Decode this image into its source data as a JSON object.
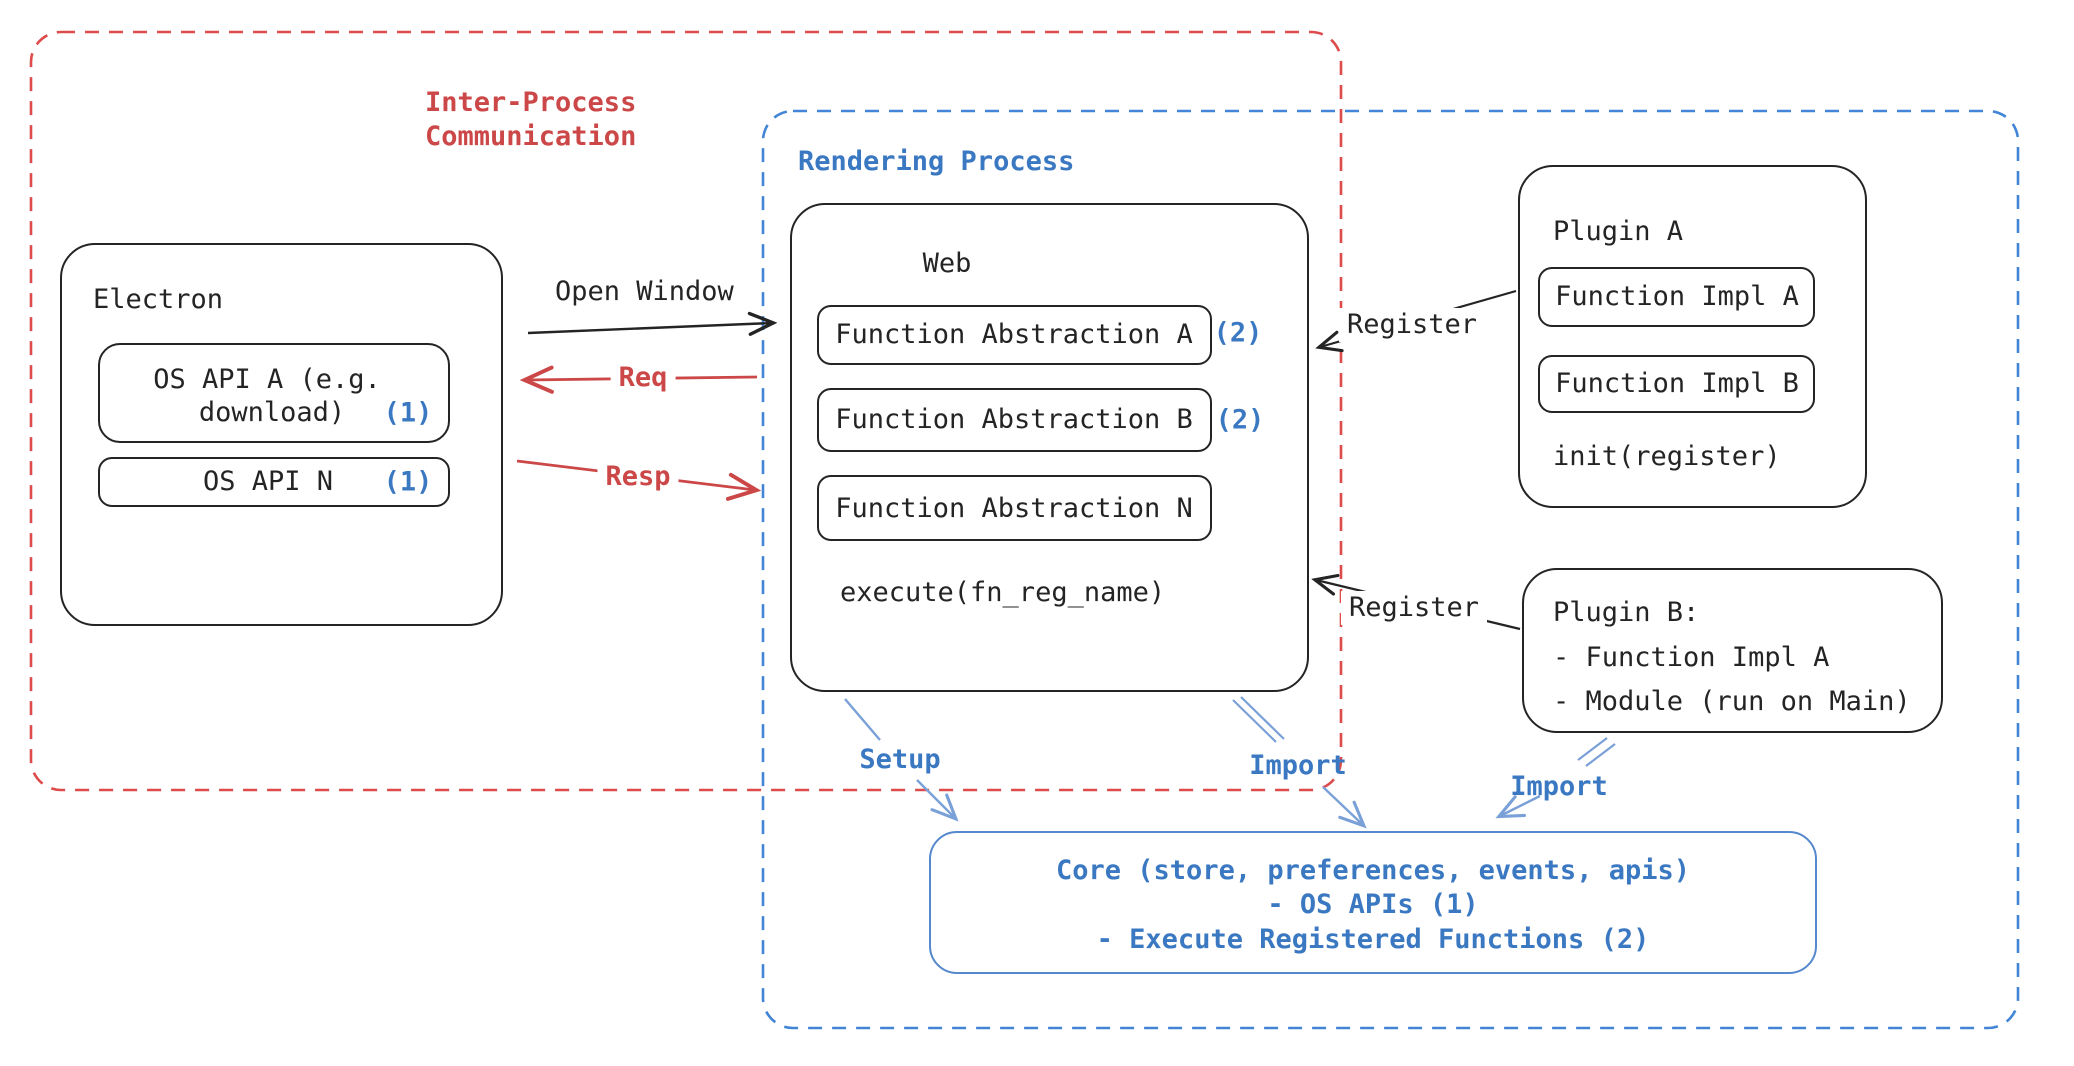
{
  "diagram": {
    "ipc": {
      "line1": "Inter-Process",
      "line2": "Communication"
    },
    "rendering": {
      "label": "Rendering Process"
    },
    "electron": {
      "title": "Electron",
      "os_api_a_line1": "OS API A (e.g.",
      "os_api_a_line2": "download)",
      "os_api_a_badge": "(1)",
      "os_api_n": "OS API N",
      "os_api_n_badge": "(1)"
    },
    "web": {
      "title": "Web",
      "fa_a": "Function Abstraction A",
      "fa_a_badge": "(2)",
      "fa_b": "Function Abstraction B",
      "fa_b_badge": "(2)",
      "fa_n": "Function Abstraction N",
      "execute": "execute(fn_reg_name)"
    },
    "plugin_a": {
      "title": "Plugin A",
      "impl_a": "Function Impl A",
      "impl_b": "Function Impl B",
      "init": "init(register)"
    },
    "plugin_b": {
      "title": "Plugin B:",
      "item1": "- Function Impl A",
      "item2": "- Module (run on Main)"
    },
    "core": {
      "line1": "Core (store, preferences, events, apis)",
      "line2": "- OS APIs (1)",
      "line3": "- Execute Registered Functions (2)"
    },
    "connectors": {
      "open_window": "Open Window",
      "req": "Req",
      "resp": "Resp",
      "register_a": "Register",
      "register_b": "Register",
      "setup": "Setup",
      "import_web": "Import",
      "import_plugin": "Import"
    },
    "colors": {
      "stroke_black": "#242424",
      "accent_red": "#cc4848",
      "accent_blue": "#3b78c2",
      "arrow_blue": "#7aa0d8",
      "dash_red": "#dd4b4b",
      "dash_blue": "#4285d6",
      "core_stroke": "#5588cc"
    }
  }
}
